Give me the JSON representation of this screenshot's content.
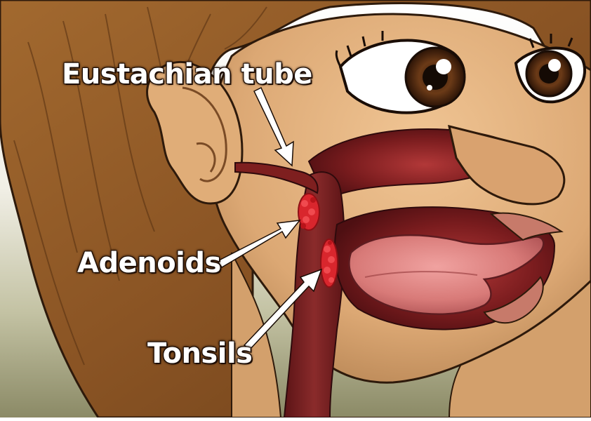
{
  "labels": {
    "eustachian_tube": "Eustachian tube",
    "adenoids": "Adenoids",
    "tonsils": "Tonsils"
  },
  "colors": {
    "label_text": "#ffffff",
    "hair": "#8a5424",
    "skin": "#e2b17e",
    "tissue": "#7e1f1f",
    "lymphoid": "#d9262d",
    "tongue": "#d87a78",
    "background_top": "#ffffff",
    "background_bottom": "#8b8a66"
  }
}
